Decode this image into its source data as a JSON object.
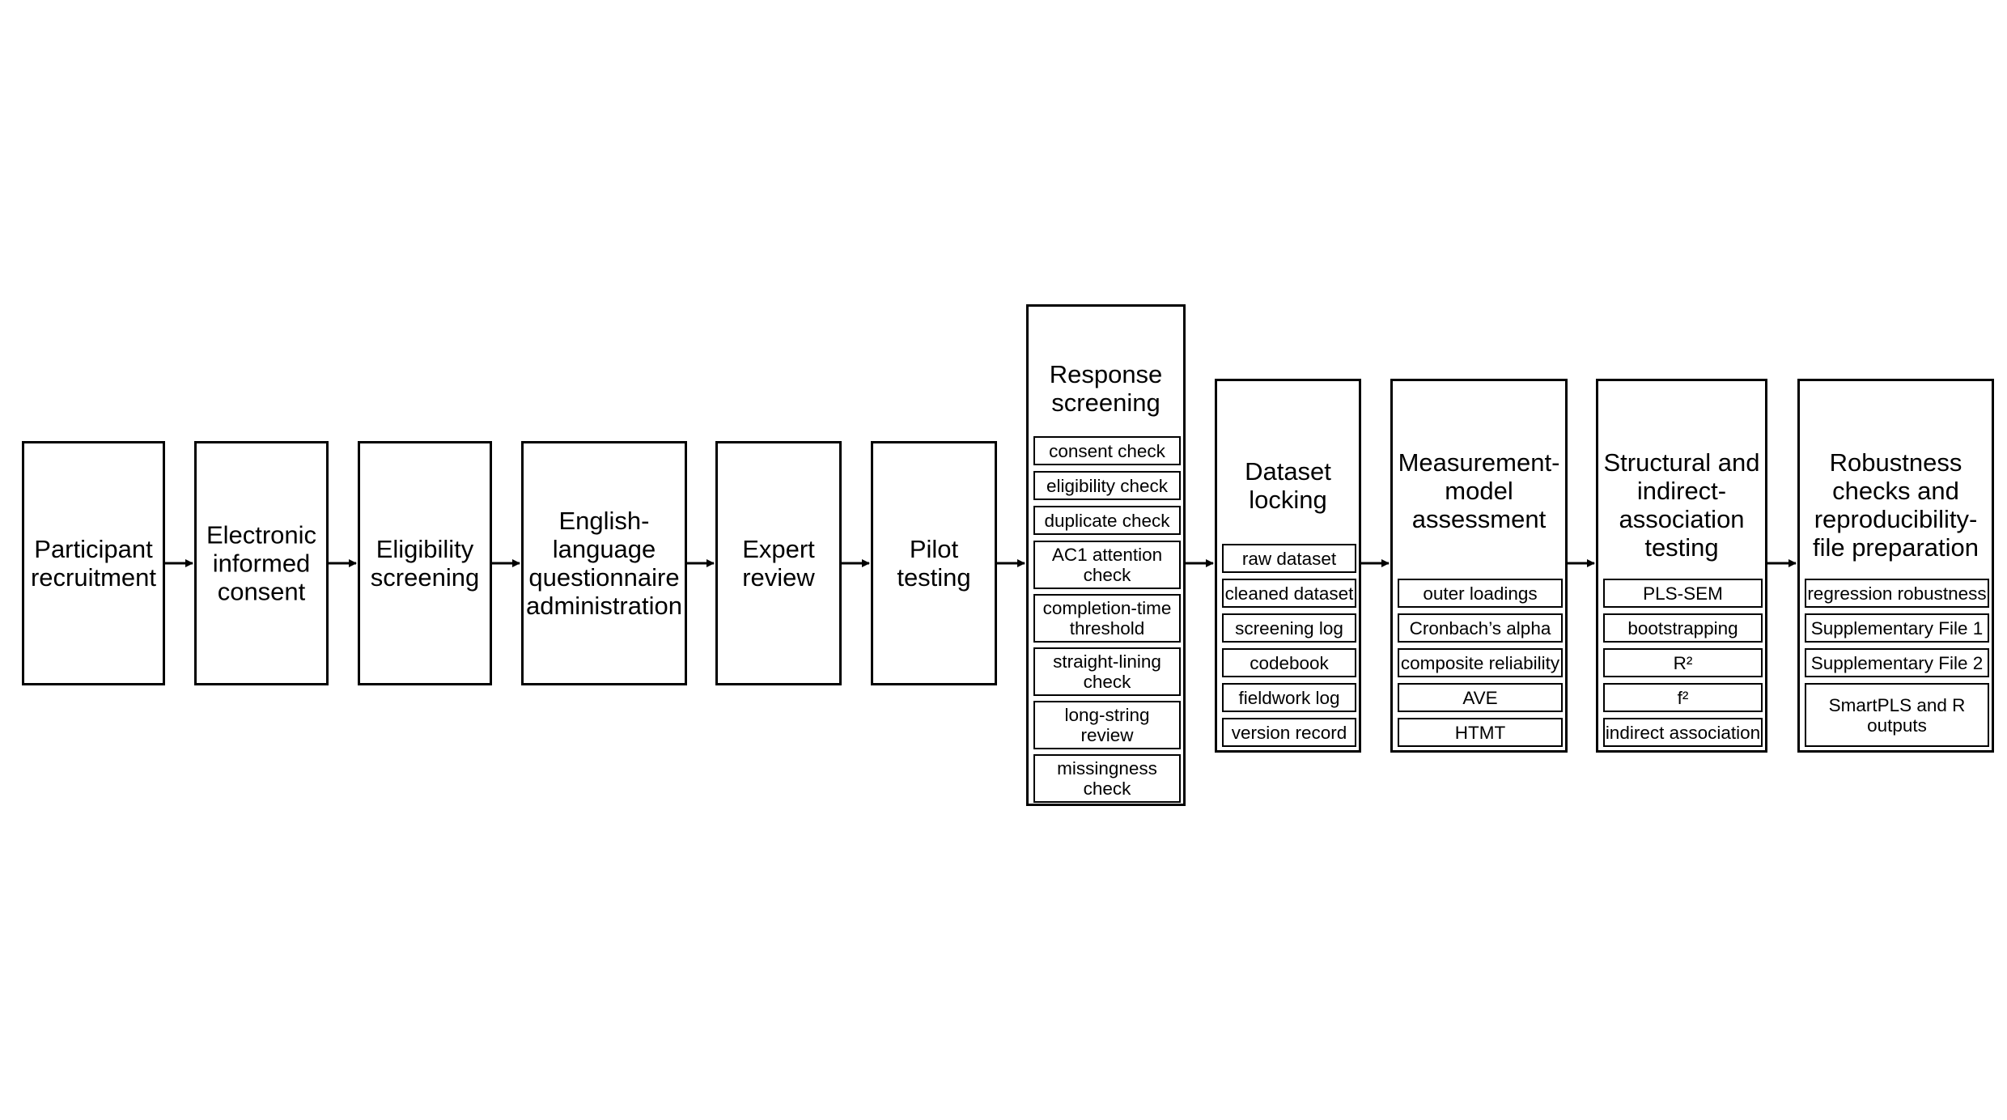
{
  "stages": [
    {
      "id": "s1",
      "title": "Participant\nrecruitment"
    },
    {
      "id": "s2",
      "title": "Electronic\ninformed\nconsent"
    },
    {
      "id": "s3",
      "title": "Eligibility\nscreening"
    },
    {
      "id": "s4",
      "title": "English-\nlanguage\nquestionnaire\nadministration"
    },
    {
      "id": "s5",
      "title": "Expert\nreview"
    },
    {
      "id": "s6",
      "title": "Pilot\ntesting"
    },
    {
      "id": "s7",
      "title": "Response\nscreening",
      "items": [
        "consent check",
        "eligibility check",
        "duplicate check",
        "AC1 attention\ncheck",
        "completion-time\nthreshold",
        "straight-lining\ncheck",
        "long-string\nreview",
        "missingness\ncheck"
      ]
    },
    {
      "id": "s8",
      "title": "Dataset\nlocking",
      "items": [
        "raw dataset",
        "cleaned dataset",
        "screening log",
        "codebook",
        "fieldwork log",
        "version record"
      ]
    },
    {
      "id": "s9",
      "title": "Measurement-\nmodel\nassessment",
      "items": [
        "outer loadings",
        "Cronbach’s alpha",
        "composite reliability",
        "AVE",
        "HTMT"
      ]
    },
    {
      "id": "s10",
      "title": "Structural and\nindirect-\nassociation\ntesting",
      "items": [
        "PLS-SEM",
        "bootstrapping",
        "R²",
        "f²",
        "indirect association"
      ]
    },
    {
      "id": "s11",
      "title": "Robustness\nchecks and\nreproducibility-\nfile preparation",
      "items": [
        "regression robustness",
        "Supplementary File 1",
        "Supplementary File 2",
        "SmartPLS and R\noutputs"
      ]
    }
  ]
}
